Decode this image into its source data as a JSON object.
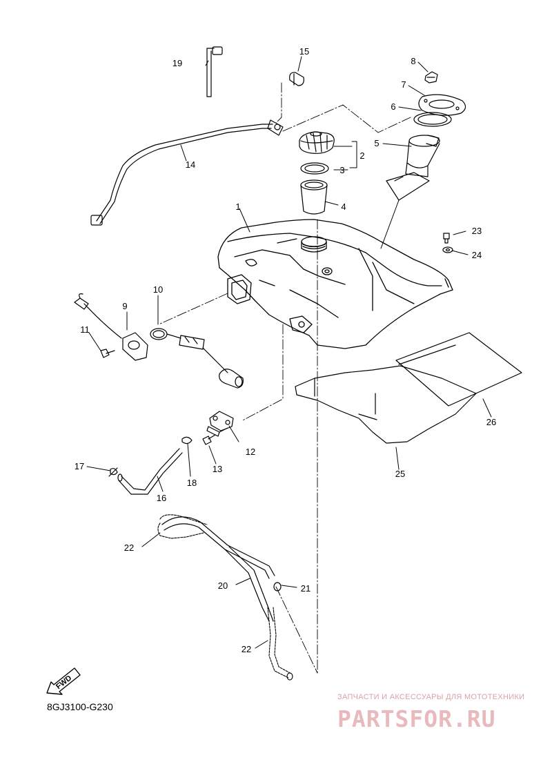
{
  "diagram": {
    "code": "8GJ3100-G230",
    "direction_marker": "FWD",
    "part_numbers": [
      "1",
      "2",
      "3",
      "4",
      "5",
      "6",
      "7",
      "8",
      "9",
      "10",
      "11",
      "12",
      "13",
      "14",
      "15",
      "16",
      "17",
      "18",
      "19",
      "20",
      "21",
      "22",
      "22",
      "23",
      "24",
      "25",
      "26"
    ]
  },
  "watermark": {
    "tagline": "ЗАПЧАСТИ И АКСЕССУАРЫ ДЛЯ МОТОТЕХНИКИ",
    "logo": "PARTSFOR.RU",
    "color": "#e8b9bd"
  },
  "colors": {
    "line": "#000000",
    "background": "#ffffff"
  }
}
